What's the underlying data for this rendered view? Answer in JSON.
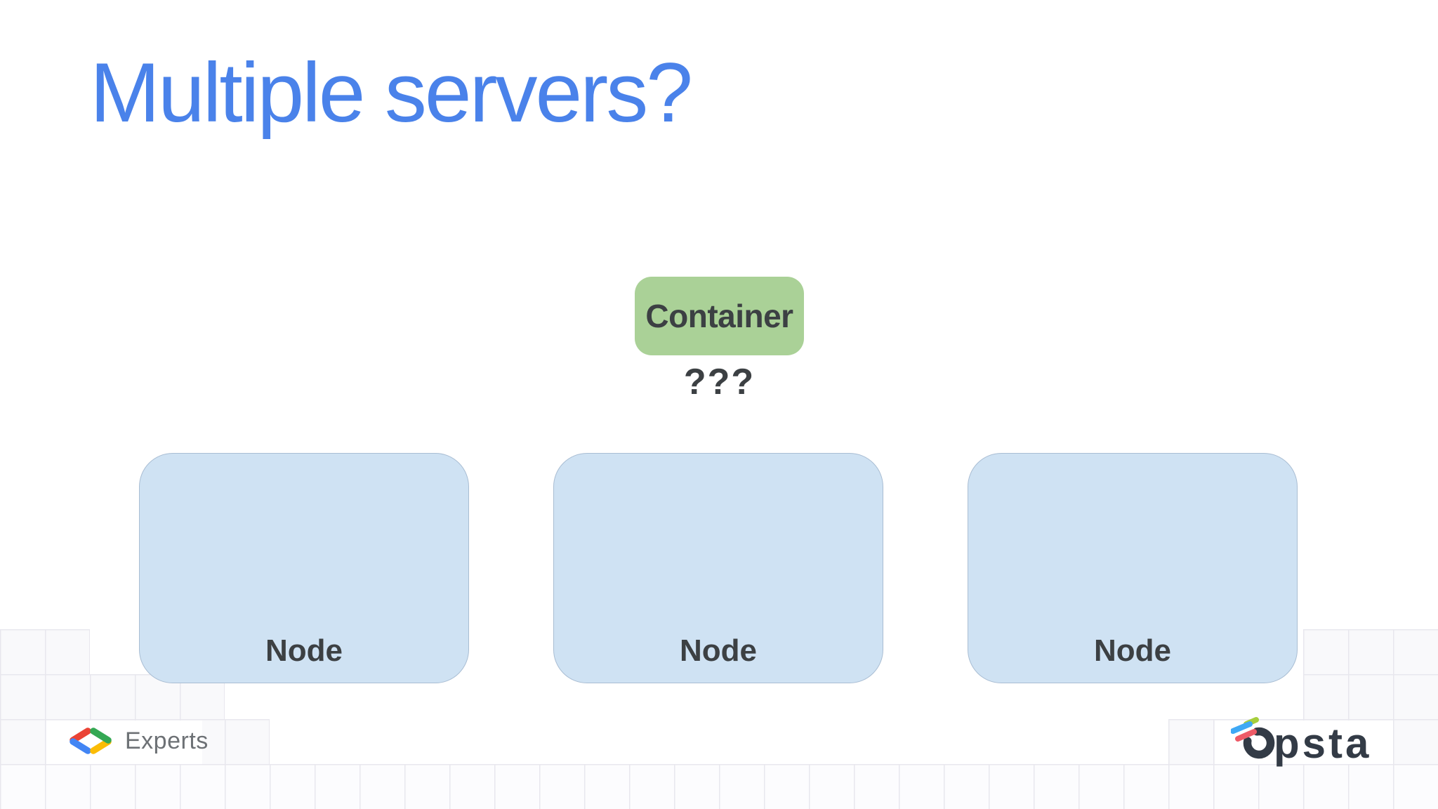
{
  "theme": {
    "title-color": "#4a82ea",
    "container-fill": "#aad197",
    "node-fill": "#cfe2f3",
    "node-border": "#a9bdd3",
    "text-dark": "#3c4043",
    "grid-line": "#e8e7ee",
    "grid-fill": "#f9f9fb",
    "grid-fill-light": "#fcfcfe",
    "experts-text": "#6d7175",
    "brand-navy": "#333b46",
    "google-red": "#ea4335",
    "google-blue": "#4285f4",
    "google-green": "#34a853",
    "google-yellow": "#fbbc05",
    "streak-lime": "#a6ce3c",
    "streak-blue": "#3fa9f5",
    "streak-red": "#ee5b67"
  },
  "slide": {
    "title": "Multiple servers?"
  },
  "diagram": {
    "container": {
      "label": "Container"
    },
    "question": "???",
    "nodes": [
      {
        "label": "Node"
      },
      {
        "label": "Node"
      },
      {
        "label": "Node"
      }
    ]
  },
  "footer": {
    "experts": {
      "label": "Experts"
    },
    "brand": {
      "name": "Opsta",
      "wordmark_rest": "psta"
    }
  },
  "icons": {
    "experts_mark": "code-brackets-icon",
    "brand_mark": "opsta-ring-icon"
  }
}
